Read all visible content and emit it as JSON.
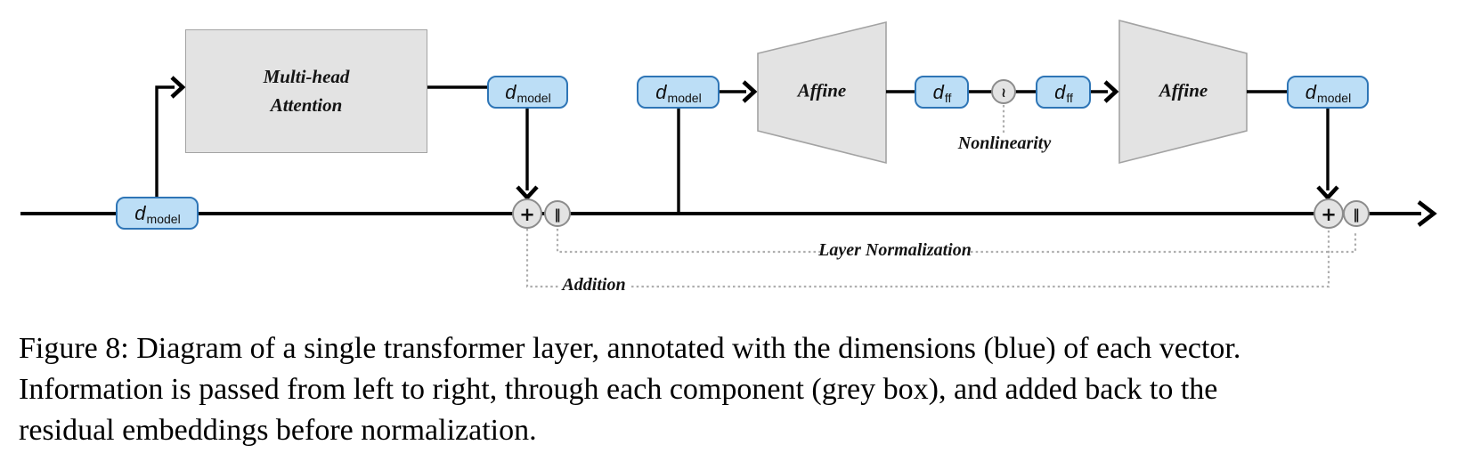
{
  "figure": {
    "caption_lines": [
      "Figure 8: Diagram of a single transformer layer, annotated with the dimensions (blue) of each vector.",
      "Information is passed from left to right, through each component (grey box), and added back to the",
      "residual embeddings before normalization."
    ]
  },
  "diagram": {
    "mha_label": "Multi-head\nAttention",
    "affine_label": "Affine",
    "nonlinearity_label": "Nonlinearity",
    "layer_norm_label": "Layer Normalization",
    "addition_label": "Addition",
    "dims": {
      "d": "d",
      "model_sub": "model",
      "ff_sub": "ff"
    },
    "operators": {
      "add": "+",
      "norm": "‖",
      "nonlinearity": "≀"
    },
    "colors": {
      "dim_fill": "#bcdef6",
      "dim_border": "#2e75b6",
      "component_fill": "#e3e3e3",
      "component_border": "#a3a3a3",
      "operator_fill": "#e3e3e3",
      "operator_border": "#8c8c8c",
      "wire": "#000000",
      "dotted_line": "#aeaeae"
    }
  }
}
